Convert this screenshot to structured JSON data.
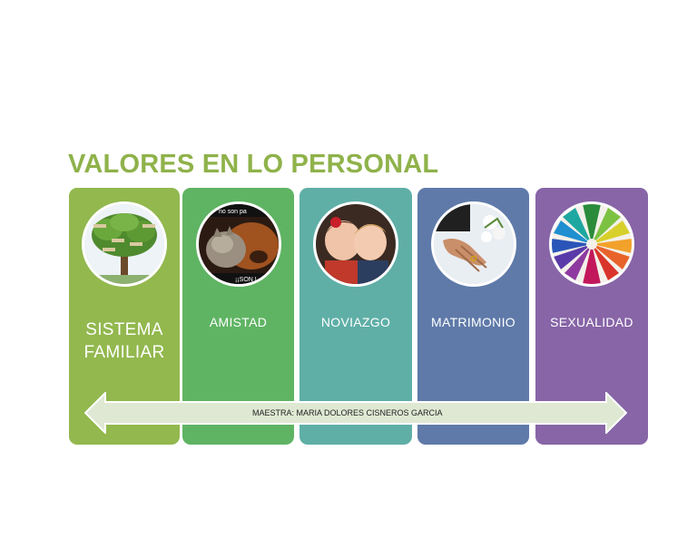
{
  "title": "VALORES EN LO PERSONAL",
  "cards": [
    {
      "label_line1": "SISTEMA",
      "label_line2": "FAMILIAR",
      "icon": "family-tree-image",
      "color": "#92b84e"
    },
    {
      "label": "AMISTAD",
      "icon": "dog-and-cat-image",
      "color": "#5fb463",
      "image_text_top": "no son pa",
      "image_text_bottom": "¡¡SON I"
    },
    {
      "label": "NOVIAZGO",
      "icon": "children-kiss-image",
      "color": "#5fafa7"
    },
    {
      "label": "MATRIMONIO",
      "icon": "wedding-hands-image",
      "color": "#5f7aa9"
    },
    {
      "label": "SEXUALIDAD",
      "icon": "colored-pencils-image",
      "color": "#8765a7"
    }
  ],
  "caption": "MAESTRA:  MARIA DOLORES CISNEROS GARCIA",
  "colors": {
    "title": "#8fb24a",
    "arrow_fill": "#dfe8d3"
  }
}
